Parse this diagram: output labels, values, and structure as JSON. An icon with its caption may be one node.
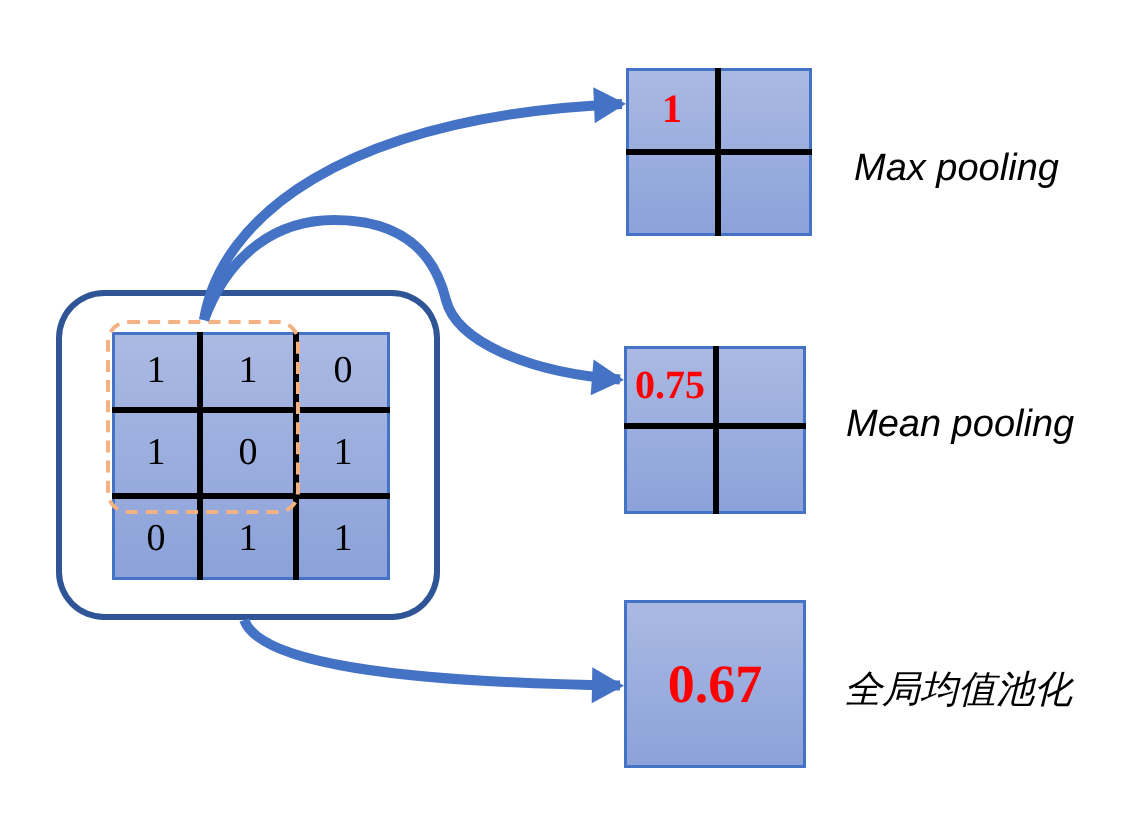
{
  "diagram": {
    "nodes": [
      {
        "text": [],
        "shape": "box"
      },
      {
        "text": [],
        "shape": "box",
        "in": 0
      },
      {
        "text": [
          "1"
        ],
        "in": 1
      },
      {
        "text": [
          "1"
        ],
        "in": 1
      },
      {
        "text": [
          "0"
        ],
        "in": 0
      },
      {
        "text": [
          "1"
        ],
        "in": 1
      },
      {
        "text": [
          "0"
        ],
        "in": 1
      },
      {
        "text": [
          "1"
        ],
        "in": 0
      },
      {
        "text": [
          "0"
        ],
        "in": 0
      },
      {
        "text": [
          "1"
        ],
        "in": 0
      },
      {
        "text": [
          "1"
        ],
        "in": 0
      },
      {
        "text": [
          "1"
        ],
        "beside": [
          "Max pooling"
        ]
      },
      {
        "text": [
          "0.75"
        ],
        "beside": [
          "Mean pooling"
        ]
      },
      {
        "text": [
          "0.67"
        ],
        "beside": [
          "全局均值池化"
        ]
      }
    ],
    "edges": [
      {
        "from": 1,
        "to": 11,
        "arrow": "to"
      },
      {
        "from": 1,
        "to": 12,
        "arrow": "to"
      },
      {
        "from": 0,
        "to": 13,
        "arrow": "to"
      }
    ]
  }
}
